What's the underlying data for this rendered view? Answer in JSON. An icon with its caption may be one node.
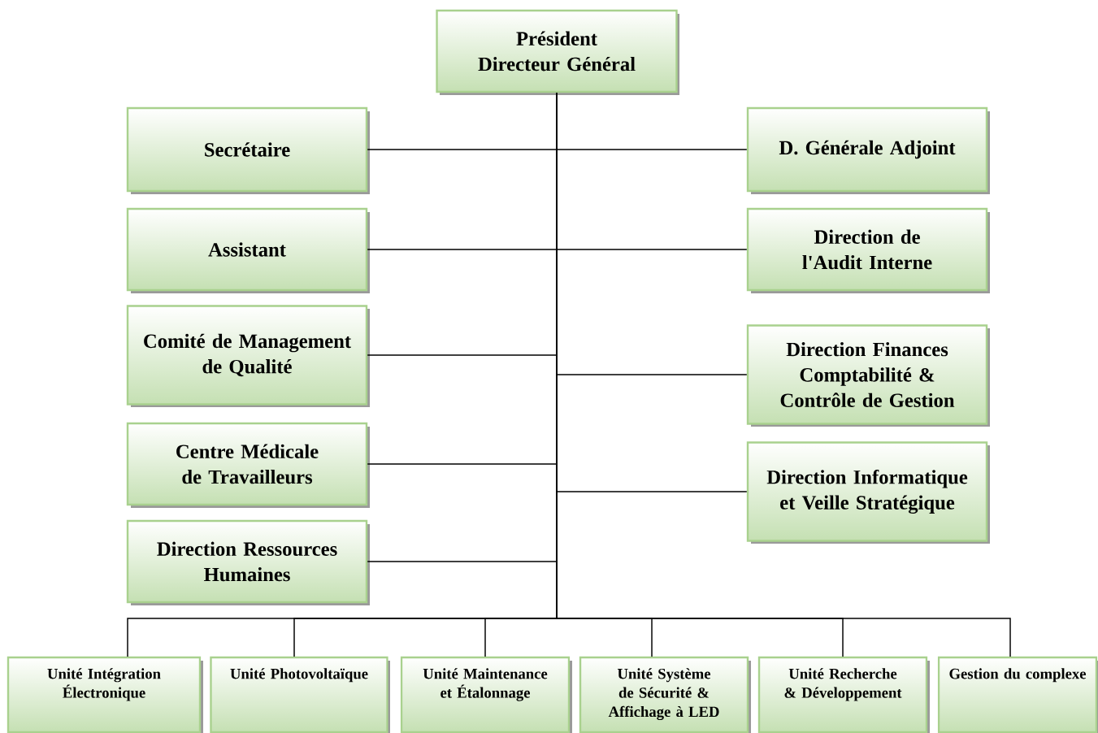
{
  "diagram": {
    "nodes": [
      {
        "text": [
          "Président Directeur Général"
        ]
      },
      {
        "text": [
          "Secrétaire"
        ]
      },
      {
        "text": [
          "D. Générale Adjoint"
        ]
      },
      {
        "text": [
          "Assistant"
        ]
      },
      {
        "text": [
          "Direction de l'Audit Interne"
        ]
      },
      {
        "text": [
          "Comité de Management de Qualité"
        ]
      },
      {
        "text": [
          "Direction Finances Comptabilité & Contrôle de Gestion"
        ]
      },
      {
        "text": [
          "Centre Médicale de Travailleurs"
        ]
      },
      {
        "text": [
          "Direction Informatique et Veille Stratégique"
        ]
      },
      {
        "text": [
          "Direction Ressources Humaines"
        ]
      },
      {
        "text": [
          "Unité Intégration Électronique"
        ]
      },
      {
        "text": [
          "Unité Photovoltaïque"
        ]
      },
      {
        "text": [
          "Unité Maintenance et Étalonnage"
        ]
      },
      {
        "text": [
          "Unité Système de Sécurité & Affichage à LED"
        ]
      },
      {
        "text": [
          "Unité Recherche & Développement"
        ]
      },
      {
        "text": [
          "Gestion du complexe"
        ]
      }
    ],
    "edges": [
      {
        "from": 0,
        "to": 1,
        "arrow": "none"
      },
      {
        "from": 0,
        "to": 2,
        "arrow": "none"
      },
      {
        "from": 0,
        "to": 3,
        "arrow": "none"
      },
      {
        "from": 0,
        "to": 4,
        "arrow": "none"
      },
      {
        "from": 0,
        "to": 5,
        "arrow": "none"
      },
      {
        "from": 0,
        "to": 6,
        "arrow": "none"
      },
      {
        "from": 0,
        "to": 7,
        "arrow": "none"
      },
      {
        "from": 0,
        "to": 8,
        "arrow": "none"
      },
      {
        "from": 0,
        "to": 9,
        "arrow": "none"
      },
      {
        "from": 0,
        "to": 10,
        "arrow": "none"
      },
      {
        "from": 0,
        "to": 11,
        "arrow": "none"
      },
      {
        "from": 0,
        "to": 12,
        "arrow": "none"
      },
      {
        "from": 0,
        "to": 13,
        "arrow": "none"
      },
      {
        "from": 0,
        "to": 14,
        "arrow": "none"
      },
      {
        "from": 0,
        "to": 15,
        "arrow": "none"
      }
    ]
  }
}
